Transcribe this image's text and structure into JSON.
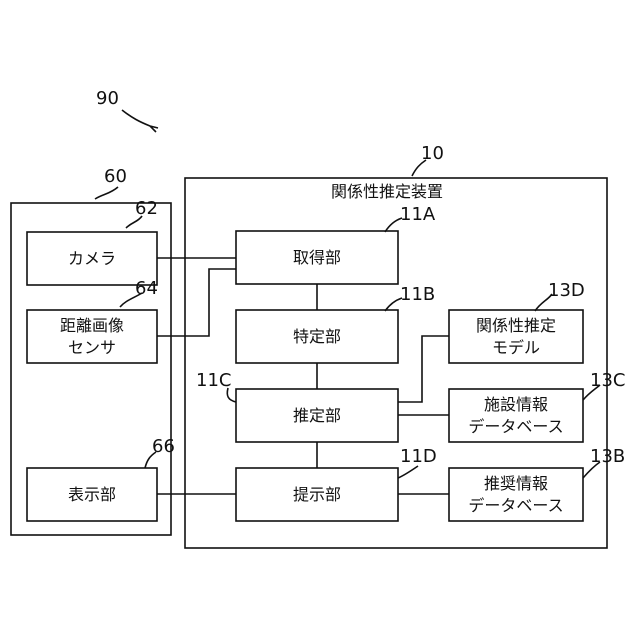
{
  "diagram": {
    "figure_ref": "90",
    "system_ref": "60",
    "device_ref": "10",
    "device_title": "関係性推定装置",
    "camera": {
      "ref": "62",
      "label": "カメラ"
    },
    "distance_sensor": {
      "ref": "64",
      "line1": "距離画像",
      "line2": "センサ"
    },
    "display": {
      "ref": "66",
      "label": "表示部"
    },
    "acquisition": {
      "ref": "11A",
      "label": "取得部"
    },
    "identification": {
      "ref": "11B",
      "label": "特定部"
    },
    "estimation": {
      "ref": "11C",
      "label": "推定部"
    },
    "presentation": {
      "ref": "11D",
      "label": "提示部"
    },
    "model": {
      "ref": "13D",
      "line1": "関係性推定",
      "line2": "モデル"
    },
    "facility_db": {
      "ref": "13C",
      "line1": "施設情報",
      "line2": "データベース"
    },
    "recommend_db": {
      "ref": "13B",
      "line1": "推奨情報",
      "line2": "データベース"
    }
  }
}
